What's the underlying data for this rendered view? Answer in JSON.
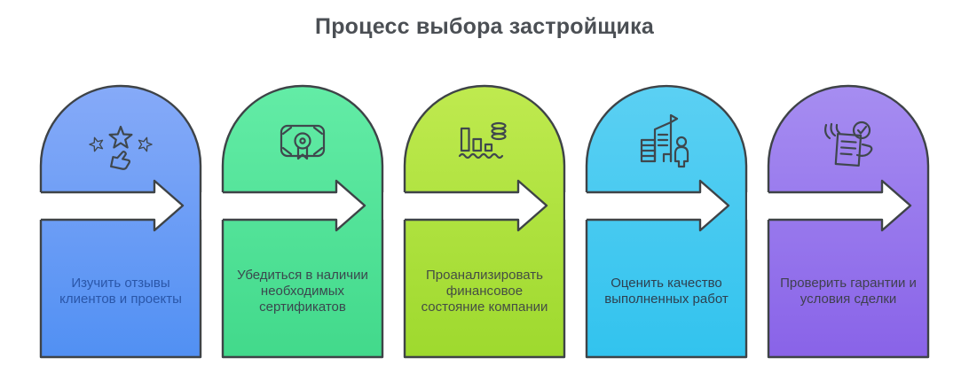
{
  "title": "Процесс выбора застройщика",
  "steps": [
    {
      "label": "Изучить отзывы\nклиентов и проекты",
      "icon": "reviews-stars-thumb-icon",
      "color_top": "#86aaf8",
      "color_bottom": "#5190f3",
      "text_color": "#2a56a8"
    },
    {
      "label": "Убедиться в наличии\nнеобходимых\nсертификатов",
      "icon": "certificate-icon",
      "color_top": "#63eca6",
      "color_bottom": "#42d98b",
      "text_color": "#3a484e"
    },
    {
      "label": "Проанализировать\nфинансовое\nсостояние компании",
      "icon": "finance-chart-coins-icon",
      "color_top": "#bfea4f",
      "color_bottom": "#9ed92e",
      "text_color": "#454d44"
    },
    {
      "label": "Оценить качество\nвыполненных работ",
      "icon": "building-person-icon",
      "color_top": "#5bd0f3",
      "color_bottom": "#32c3ee",
      "text_color": "#2e4050"
    },
    {
      "label": "Проверить гарантии и\nусловия сделки",
      "icon": "contract-check-hands-icon",
      "color_top": "#a68df1",
      "color_bottom": "#8963e8",
      "text_color": "#3f404f"
    }
  ],
  "colors": {
    "background": "#ffffff",
    "outline": "#3e4347",
    "arrow_fill": "#ffffff",
    "icon_stroke": "#3f474d",
    "title_color": "#4b4f54"
  }
}
